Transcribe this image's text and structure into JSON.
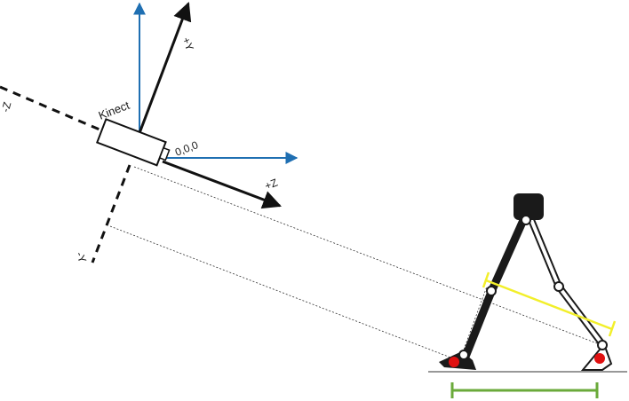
{
  "labels": {
    "kinect": "Kinect",
    "origin": "0,0,0",
    "plus_y": "+Y",
    "plus_z": "+Z",
    "minus_z": "-Z",
    "minus_y": "-Y"
  },
  "colors": {
    "axis_blue": "#1f6fb2",
    "axis_black": "#111111",
    "leg_black": "#1a1a1a",
    "highlight_yellow": "#f2ef2a",
    "stride_green": "#6aaa3a",
    "foot_marker_red": "#e01010",
    "ground_gray": "#777777"
  }
}
